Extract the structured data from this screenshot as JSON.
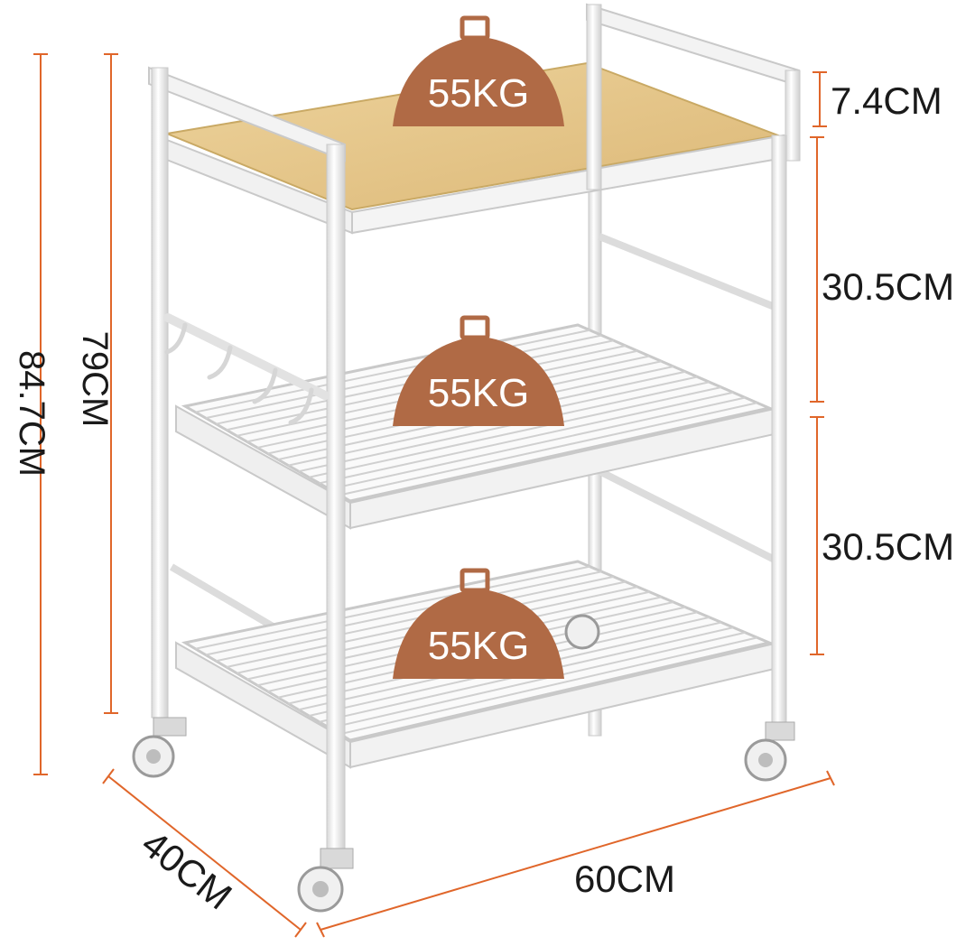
{
  "colors": {
    "dimension_line": "#e0662a",
    "weight_badge": "#b06a45",
    "frame": "#f3f3f3",
    "frame_edge": "#c9c9c9",
    "wood_top": "#e8c98c",
    "wood_dark": "#d9b36c",
    "text": "#1a1a1a"
  },
  "dimensions": {
    "total_height": "84.7CM",
    "frame_height": "79CM",
    "top_rail": "7.4CM",
    "upper_gap": "30.5CM",
    "lower_gap": "30.5CM",
    "depth": "40CM",
    "width": "60CM"
  },
  "load_badges": [
    {
      "label": "55KG"
    },
    {
      "label": "55KG"
    },
    {
      "label": "55KG"
    }
  ]
}
